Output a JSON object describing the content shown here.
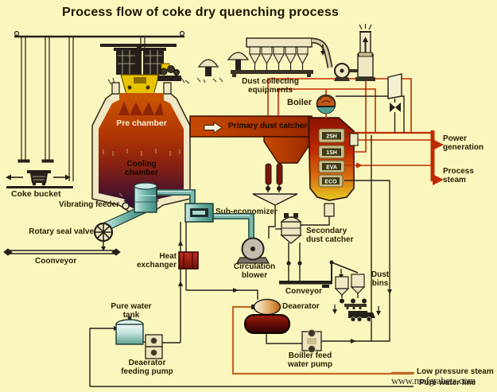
{
  "title": "Process flow of coke dry quenching process",
  "watermark": "www.mafgrabeta.com",
  "chamber": {
    "pre_chamber": "Pre chamber",
    "cooling_chamber": [
      "Cooling",
      "chamber"
    ]
  },
  "equipment": {
    "coke_bucket": "Coke bucket",
    "vibrating_feeder": "Vibrating feeder",
    "rotary_seal_valve": "Rotary seal valve",
    "left_conveyor": "Coonveyor",
    "primary_dust_catcher": "Primary dust catcher",
    "dust_collecting_equipments": [
      "Dust collecting",
      "equipments"
    ],
    "boiler": "Boiler",
    "boiler_sections": [
      "2SH",
      "1SH",
      "EVA",
      "ECO"
    ],
    "sub_economizer": "Sub-economizer",
    "secondary_dust_catcher": [
      "Secondary",
      "dust catcher"
    ],
    "circulation_blower": [
      "Circulation",
      "blower"
    ],
    "heat_exchanger": [
      "Heat",
      "exchanger"
    ],
    "conveyor": "Conveyor",
    "dust_bins": [
      "Dust",
      "bins"
    ],
    "deaerator": "Deaerator",
    "pure_water_tank": [
      "Pure water",
      "tank"
    ],
    "deaerator_feeding_pump": [
      "Deaerator",
      "feeding pump"
    ],
    "boiler_feed_water_pump": [
      "Boiller feed",
      "water pump"
    ]
  },
  "outputs": {
    "power_generation": [
      "Power",
      "generation"
    ],
    "process_steam": [
      "Process",
      "steam"
    ]
  },
  "legend": {
    "low_pressure_steam": "Low pressure steam",
    "pure_water_line": "Pure water line"
  },
  "colors": {
    "background": "#FAF7BE",
    "steam_line": "#BF2B00",
    "water_line": "#24201A",
    "low_pressure_steam_line": "#C06828",
    "recirculation_pipe": "#4E9E92",
    "label_text": "#2B2005",
    "title_text": "#201400"
  }
}
